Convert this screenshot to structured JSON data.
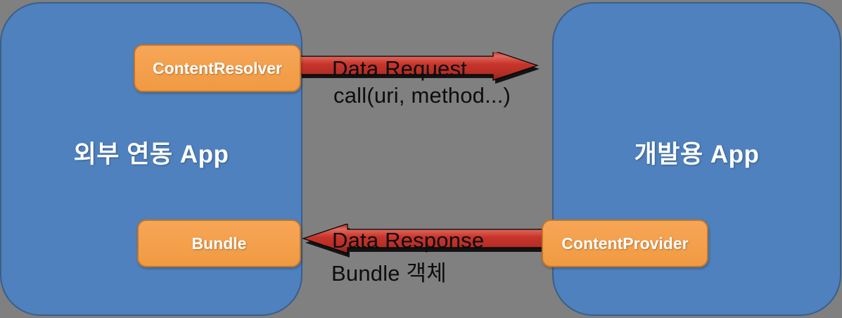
{
  "background_color": "#808080",
  "panels": [
    {
      "id": "external-app",
      "title": "외부 연동 App",
      "color": "#4e81bd",
      "border_color": "#3a5f8a",
      "components": [
        {
          "id": "content-resolver",
          "label": "ContentResolver"
        },
        {
          "id": "bundle",
          "label": "Bundle"
        }
      ]
    },
    {
      "id": "development-app",
      "title": "개발용 App",
      "color": "#4e81bd",
      "border_color": "#3a5f8a",
      "components": [
        {
          "id": "content-provider",
          "label": "ContentProvider"
        }
      ]
    }
  ],
  "component_color": "#f5a04b",
  "component_border_color": "#c0762b",
  "arrows": [
    {
      "id": "data-request",
      "label": "Data Request",
      "sub_label": "call(uri, method...)",
      "direction": "right",
      "color": "#c0392b",
      "from": "content-resolver",
      "to": "development-app"
    },
    {
      "id": "data-response",
      "label": "Data Response",
      "sub_label": "Bundle 객체",
      "direction": "left",
      "color": "#c0392b",
      "from": "content-provider",
      "to": "bundle"
    }
  ]
}
